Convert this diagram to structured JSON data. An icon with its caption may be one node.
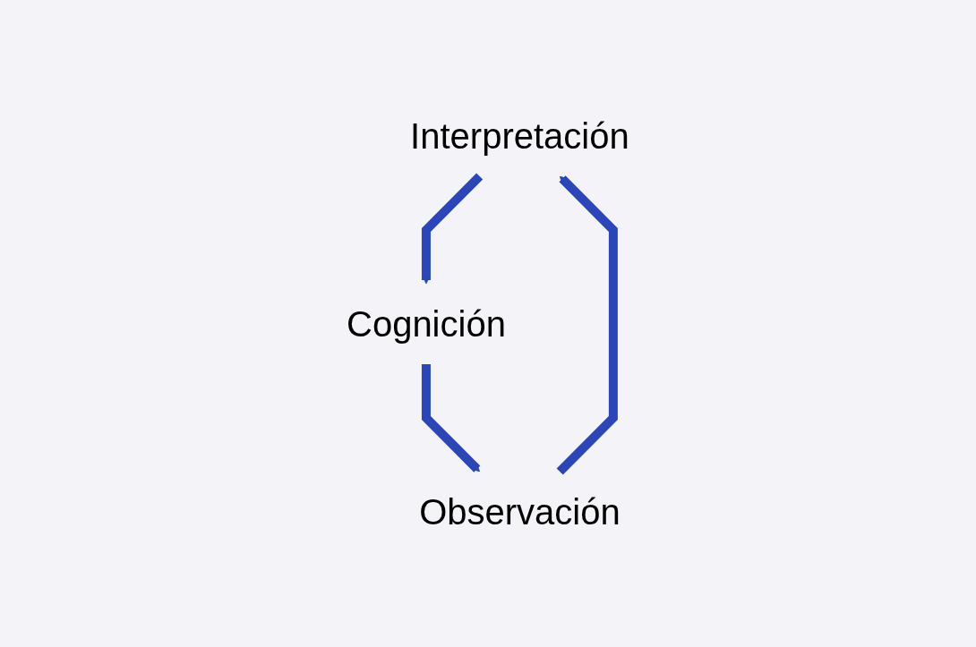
{
  "diagram": {
    "nodes": [
      {
        "text": [
          "Interpretación"
        ]
      },
      {
        "text": [
          "Cognición"
        ]
      },
      {
        "text": [
          "Observación"
        ]
      }
    ],
    "edges": [
      {
        "from": 0,
        "to": 1,
        "arrow": "to"
      },
      {
        "from": 1,
        "to": 2,
        "arrow": "to"
      },
      {
        "from": 2,
        "to": 0,
        "arrow": "to"
      }
    ]
  }
}
